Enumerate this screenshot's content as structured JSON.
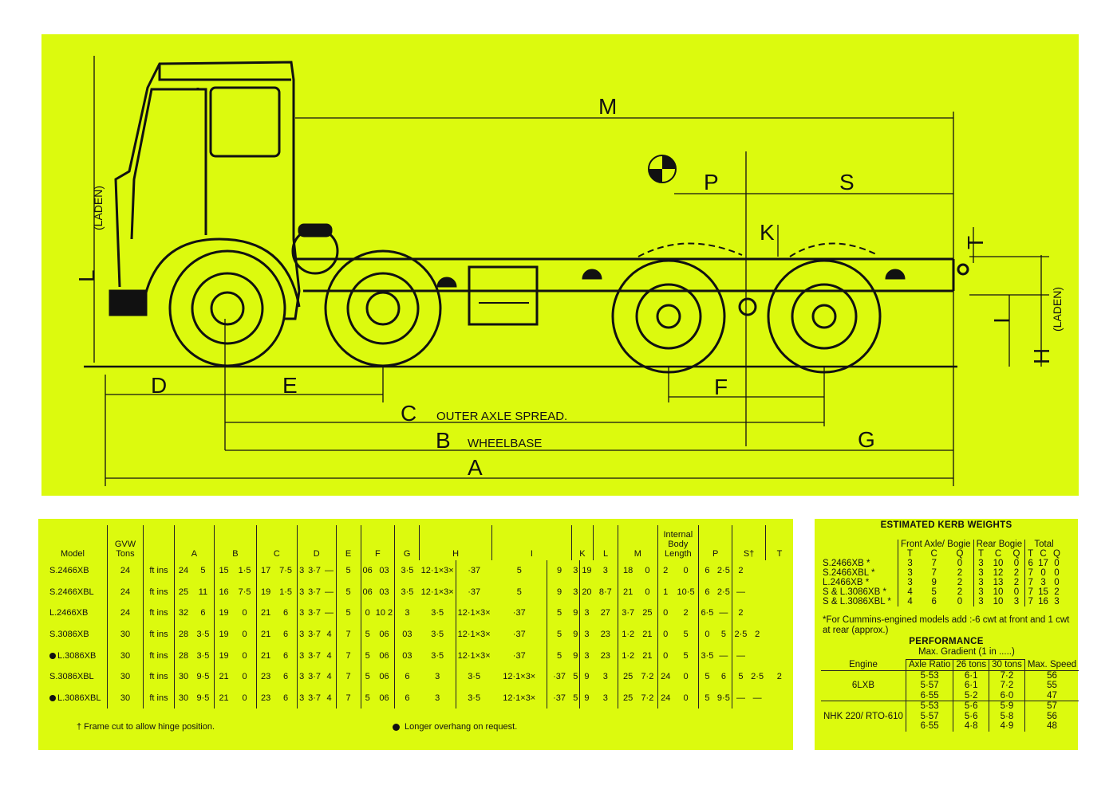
{
  "diagram": {
    "dimension_letters": [
      "M",
      "P",
      "S",
      "K",
      "T",
      "L",
      "H",
      "I",
      "D",
      "E",
      "F",
      "C",
      "B",
      "G",
      "A"
    ],
    "L_suffix": "(LADEN)",
    "H_suffix": "(LADEN)",
    "C_caption": "OUTER AXLE SPREAD.",
    "B_caption": "WHEELBASE"
  },
  "dims_table": {
    "headers": [
      "Model",
      "GVW Tons",
      "",
      "A",
      "",
      "B",
      "",
      "C",
      "",
      "D",
      "E",
      "F",
      "G",
      "H",
      "I",
      "K",
      "L",
      "M",
      "",
      "Internal Body Length",
      "",
      "P",
      "S†",
      "T"
    ],
    "rows": [
      [
        "S.2466XB",
        "24",
        "ft ins",
        "24",
        "5",
        "15",
        "1·5",
        "17",
        "7·5",
        "3",
        "3·7",
        "—",
        "5",
        "06",
        "03",
        "3·5",
        "12·1×3×",
        "·37",
        "5",
        "9",
        "3",
        "19",
        "3",
        "18",
        "0",
        "2",
        "0",
        "6",
        "2·5",
        "2"
      ],
      [
        "S.2466XBL",
        "24",
        "ft ins",
        "25",
        "11",
        "16",
        "7·5",
        "19",
        "1·5",
        "3",
        "3·7",
        "—",
        "5",
        "06",
        "03",
        "3·5",
        "12·1×3×",
        "·37",
        "5",
        "9",
        "3",
        "20",
        "8·7",
        "21",
        "0",
        "1",
        "10·5",
        "6",
        "2·5",
        "—"
      ],
      [
        "L.2466XB",
        "24",
        "ft ins",
        "32",
        "6",
        "19",
        "0",
        "21",
        "6",
        "3",
        "3·7",
        "—",
        "5",
        "0",
        "10 2",
        "3",
        "3·5",
        "12·1×3×",
        "·37",
        "5",
        "9",
        "3",
        "27",
        "3·7",
        "25",
        "0",
        "2",
        "6·5",
        "—",
        "2"
      ],
      [
        "S.3086XB",
        "30",
        "ft ins",
        "28",
        "3·5",
        "19",
        "0",
        "21",
        "6",
        "3",
        "3·7",
        "4",
        "7",
        "5",
        "06",
        "03",
        "3·5",
        "12·1×3×",
        "·37",
        "5",
        "9",
        "3",
        "23",
        "1·2",
        "21",
        "0",
        "5",
        "0",
        "5",
        "2·5",
        "2"
      ],
      [
        "L.3086XB",
        "30",
        "ft ins",
        "28",
        "3·5",
        "19",
        "0",
        "21",
        "6",
        "3",
        "3·7",
        "4",
        "7",
        "5",
        "06",
        "03",
        "3·5",
        "12·1×3×",
        "·37",
        "5",
        "9",
        "3",
        "23",
        "1·2",
        "21",
        "0",
        "5",
        "3·5",
        "—",
        "—"
      ],
      [
        "S.3086XBL",
        "30",
        "ft ins",
        "30",
        "9·5",
        "21",
        "0",
        "23",
        "6",
        "3",
        "3·7",
        "4",
        "7",
        "5",
        "06",
        "6",
        "3",
        "3·5",
        "12·1×3×",
        "·37",
        "5",
        "9",
        "3",
        "25",
        "7·2",
        "24",
        "0",
        "5",
        "6",
        "5",
        "2·5",
        "2"
      ],
      [
        "L.3086XBL",
        "30",
        "ft ins",
        "30",
        "9·5",
        "21",
        "0",
        "23",
        "6",
        "3",
        "3·7",
        "4",
        "7",
        "5",
        "06",
        "6",
        "3",
        "3·5",
        "12·1×3×",
        "·37",
        "5",
        "9",
        "3",
        "25",
        "7·2",
        "24",
        "0",
        "5",
        "9·5",
        "—",
        "—"
      ]
    ],
    "dotted_models": [
      "L.3086XB",
      "L.3086XBL"
    ],
    "footnote_frame": "† Frame cut to allow hinge position.",
    "footnote_overhang": "Longer overhang on request."
  },
  "kerb": {
    "title": "ESTIMATED KERB WEIGHTS",
    "group_headers": [
      "Front Axle/ Bogie",
      "Rear Bogie",
      "Total"
    ],
    "unit_headers": [
      "T",
      "C",
      "Q"
    ],
    "rows": [
      {
        "model": "S.2466XB *",
        "front": [
          "3",
          "7",
          "0"
        ],
        "rear": [
          "3",
          "10",
          "0"
        ],
        "total": [
          "6",
          "17",
          "0"
        ]
      },
      {
        "model": "S.2466XBL *",
        "front": [
          "3",
          "7",
          "2"
        ],
        "rear": [
          "3",
          "12",
          "2"
        ],
        "total": [
          "7",
          "0",
          "0"
        ]
      },
      {
        "model": "L.2466XB *",
        "front": [
          "3",
          "9",
          "2"
        ],
        "rear": [
          "3",
          "13",
          "2"
        ],
        "total": [
          "7",
          "3",
          "0"
        ]
      },
      {
        "model": "S & L.3086XB *",
        "front": [
          "4",
          "5",
          "2"
        ],
        "rear": [
          "3",
          "10",
          "0"
        ],
        "total": [
          "7",
          "15",
          "2"
        ]
      },
      {
        "model": "S & L.3086XBL *",
        "front": [
          "4",
          "6",
          "0"
        ],
        "rear": [
          "3",
          "10",
          "3"
        ],
        "total": [
          "7",
          "16",
          "3"
        ]
      }
    ],
    "note": "*For Cummins-engined models add :-6 cwt at front and 1 cwt at rear (approx.)"
  },
  "performance": {
    "title": "PERFORMANCE",
    "gradient_header": "Max. Gradient (1 in .....)",
    "headers": [
      "Engine",
      "Axle Ratio",
      "26 tons",
      "30 tons",
      "Max. Speed"
    ],
    "groups": [
      {
        "engine": "6LXB",
        "rows": [
          [
            "5·53",
            "6·1",
            "7·2",
            "56"
          ],
          [
            "5·57",
            "6·1",
            "7·2",
            "55"
          ],
          [
            "6·55",
            "5·2",
            "6·0",
            "47"
          ]
        ]
      },
      {
        "engine": "NHK 220/ RTO-610",
        "rows": [
          [
            "5·53",
            "5·6",
            "5·9",
            "57"
          ],
          [
            "5·57",
            "5·6",
            "5·8",
            "56"
          ],
          [
            "6·55",
            "4·8",
            "4·9",
            "48"
          ]
        ]
      }
    ]
  }
}
